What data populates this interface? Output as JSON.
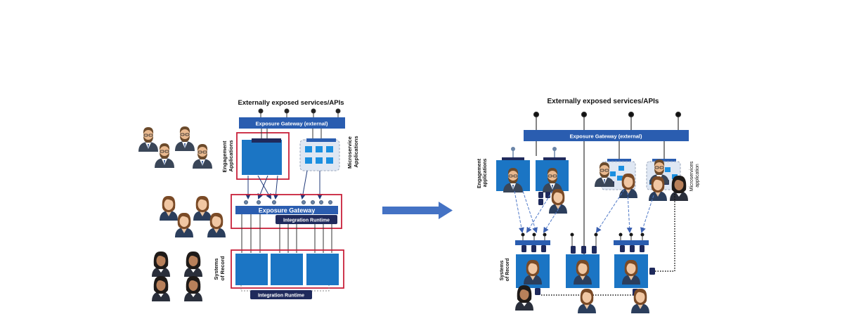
{
  "left": {
    "title": "Externally exposed services/APIs",
    "exposure_gateway_external": "Exposure Gateway (external)",
    "engagement_label": [
      "Engagement",
      "Applications"
    ],
    "microservice_label": [
      "Microservice",
      "Applications"
    ],
    "exposure_gateway": "Exposure Gateway",
    "integration_runtime_top": "Integration Runtime",
    "systems_label": [
      "Systems",
      "of Record"
    ],
    "integration_runtime_bottom": "Integration Runtime"
  },
  "right": {
    "title": "Externally exposed services/APIs",
    "exposure_gateway_external": "Exposure Gateway (external)",
    "engagement_label": [
      "Engagement",
      "applications"
    ],
    "microservices_label": [
      "Microservices",
      "application"
    ],
    "systems_label": [
      "Systems",
      "of Record"
    ]
  },
  "colors": {
    "gateway_blue": "#2a5db0",
    "box_blue": "#1b75c4",
    "navy": "#1f2a5c",
    "highlight_red": "#c8213a",
    "arrow_blue": "#4f79c8",
    "micro_bg": "#dfe7f3"
  },
  "icons": [
    "man-with-beard-icon",
    "woman-icon",
    "woman-dark-hair-icon",
    "transition-arrow-icon"
  ]
}
